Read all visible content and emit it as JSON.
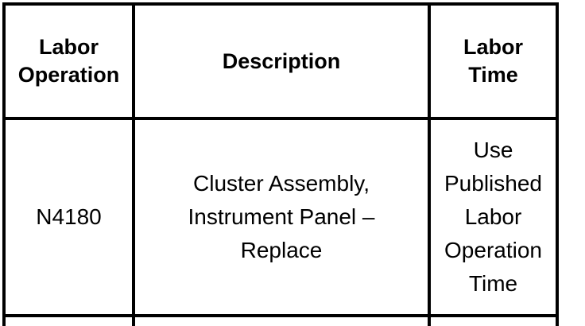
{
  "colors": {
    "background": "#ffffff",
    "border": "#000000",
    "text": "#000000"
  },
  "table": {
    "columns": [
      {
        "key": "labor_operation",
        "label": "Labor Operation"
      },
      {
        "key": "description",
        "label": "Description"
      },
      {
        "key": "labor_time",
        "label": "Labor Time"
      }
    ],
    "rows": [
      {
        "labor_operation": "N4180",
        "description": "Cluster Assembly, Instrument Panel – Replace",
        "labor_time": "Use Published Labor Operation Time"
      }
    ]
  }
}
